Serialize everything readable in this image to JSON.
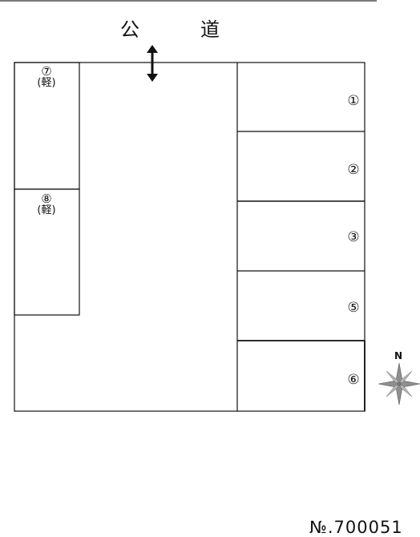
{
  "road": {
    "label": "公　道"
  },
  "spots": [
    {
      "id": "1",
      "label": "①"
    },
    {
      "id": "2",
      "label": "②"
    },
    {
      "id": "3",
      "label": "③"
    },
    {
      "id": "5",
      "label": "⑤"
    },
    {
      "id": "6",
      "label": "⑥"
    },
    {
      "id": "7",
      "label": "⑦",
      "sub": "(軽)"
    },
    {
      "id": "8",
      "label": "⑧",
      "sub": "(軽)"
    }
  ],
  "compass": {
    "north_label": "N",
    "icon": "compass-rose-icon"
  },
  "document_number": "№.700051",
  "colors": {
    "line": "#111111",
    "compass_fill": "#9a9a9a",
    "road_line": "#7a7a7a"
  }
}
